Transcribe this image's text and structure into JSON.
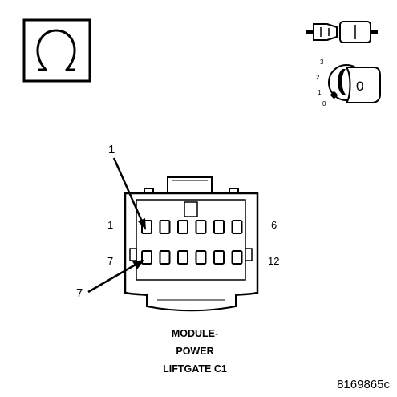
{
  "connector": {
    "name_lines": [
      "MODULE-",
      "POWER",
      "LIFTGATE C1"
    ],
    "figure_id": "8169865c",
    "pin_labels": {
      "top_left": "1",
      "top_right": "6",
      "bottom_left": "7",
      "bottom_right": "12"
    },
    "callouts": {
      "pin_1": "1",
      "pin_7": "7"
    },
    "pins_per_row": 6,
    "rows": 2
  },
  "icons": {
    "ohm_symbol": "ohm-meter-icon",
    "connector_pair": "disconnected-connector-icon",
    "ignition": "ignition-key-off-icon"
  },
  "ignition_positions": [
    "3",
    "2",
    "1",
    "0"
  ],
  "key_label": "0"
}
